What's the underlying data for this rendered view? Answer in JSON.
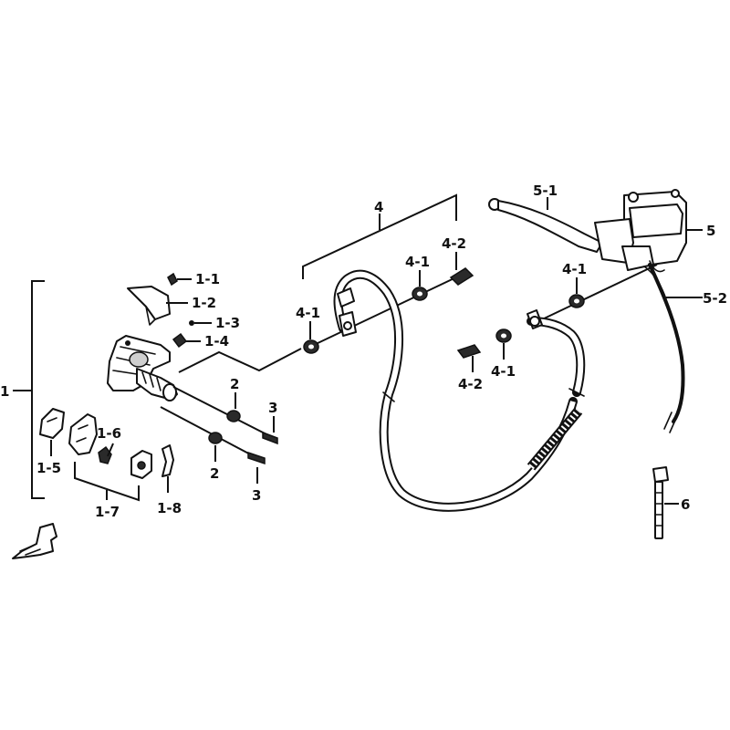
{
  "callouts": {
    "c1": "1",
    "c1_1": "1-1",
    "c1_2": "1-2",
    "c1_3": "1-3",
    "c1_4": "1-4",
    "c1_5": "1-5",
    "c1_6": "1-6",
    "c1_7": "1-7",
    "c1_8": "1-8",
    "c2a": "2",
    "c2b": "2",
    "c3a": "3",
    "c3b": "3",
    "c4": "4",
    "c4_1a": "4-1",
    "c4_1b": "4-1",
    "c4_1c": "4-1",
    "c4_1d": "4-1",
    "c4_2a": "4-2",
    "c4_2b": "4-2",
    "c5": "5",
    "c5_1": "5-1",
    "c5_2": "5-2",
    "c6": "6"
  },
  "icons": {
    "direction": "front-direction-arrow-icon"
  }
}
